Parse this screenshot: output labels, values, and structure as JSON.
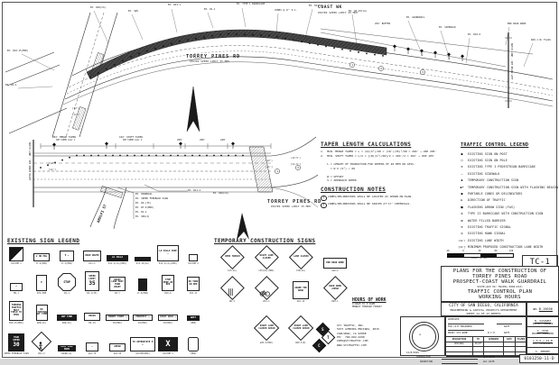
{
  "sheet": {
    "number": "TC-1",
    "drawing_no": "0101250-11-D",
    "scale_label": "SCALE: 1\"=40'",
    "scale_ticks": [
      "40",
      "0",
      "40",
      "80",
      "120"
    ]
  },
  "plan_top": {
    "road_label": "TORREY PINES RD",
    "road_sub": "POSTED SPEED LIMIT 35 MPH",
    "coast_label": "COAST WK",
    "coast_sub": "POSTED SPEED LIMIT 25 MPH",
    "matchline": "MATCH LINE - SEE BELOW LEFT"
  },
  "plan_bottom": {
    "road_label": "TORREY PINES RD",
    "road_sub": "POSTED SPEED LIMIT 35 MPH",
    "street_label": "AMALFI ST",
    "street_sub": "POSTED SPEED LIMIT 25 MPH",
    "matchline": "MATCH LINE - SEE ABOVE RIGHT",
    "dims": [
      "204' MERGE TAPER",
      "SEE TAPER CALC 1",
      "102' SHIFT TAPER",
      "SEE TAPER CALC 2",
      "250'",
      "200'",
      "240'"
    ]
  },
  "keynotes": [
    "1",
    "2",
    "3",
    "1",
    "2"
  ],
  "callouts_top": [
    "EX. R26(CA)",
    "EX. SNS",
    "EX. W11-1",
    "EX. R1-1",
    "EX. TYPE I BARRICADE",
    "CONES @ 17' O.C.",
    "EX. D11-1",
    "EX. R2-25(CA)",
    "250' BUFFER",
    "EX. GUARDRAIL",
    "EX. SIDEWALK",
    "EX. R10-6",
    "EX. R10-15(MOD)",
    "EX. R1-1",
    "END ROAD WORK",
    "W20-1 W/ FLAGS",
    "(12')",
    "[11']"
  ],
  "callouts_bottom": [
    "EX. HANDRAIL",
    "EX. SPEED FEEDBACK SIGN",
    "EX. R2-(35)",
    "EX. R7-6(MOD)",
    "EX. R1-1",
    "EX. SNS(2)",
    "EX. W11-2",
    "EX. R26(CA)",
    "(12')",
    "[11']",
    "(12')",
    "[11']",
    "(12.5')",
    "[11.5']"
  ],
  "taper": {
    "title": "TAPER LENGTH CALCULATIONS",
    "lines": [
      "1.  MIN. MERGE TAPER = L = (W)(S²)/60 = (10')(35)²/60 = 204' → USE 205'",
      "2.  MIN. SHIFT TAPER = L/2 = [(W)(S²)/60]/2 = 204'/2 = 102' → USE 105'",
      "",
      "    L = LENGTH OF TRANSITION FOR SPEEDS OF 40 MPH OR LESS",
      "      = W X (S²) / 60",
      "",
      "    W = OFFSET",
      "    S = APPROACH SPEED"
    ]
  },
  "construction_notes": {
    "title": "CONSTRUCTION NOTES",
    "notes": [
      "CONES/DELINEATORS SHALL BE LOCATED AS SHOWN ON PLAN.",
      "CONES/DELINEATORS SHALL BE SPACED AT 17' INTERVALS."
    ]
  },
  "traffic_legend": {
    "title": "TRAFFIC CONTROL LEGEND",
    "items": [
      {
        "sym": "post",
        "label": "EXISTING SIGN ON POST"
      },
      {
        "sym": "pole",
        "label": "EXISTING SIGN ON POLE"
      },
      {
        "sym": "barricade",
        "label": "EXISTING TYPE I PEDESTRIAN BARRICADE"
      },
      {
        "sym": "line",
        "label": "EXISTING SIDEWALK"
      },
      {
        "sym": "flag",
        "label": "TEMPORARY CONSTRUCTION SIGN"
      },
      {
        "sym": "flagbeacon",
        "label": "TEMPORARY CONSTRUCTION SIGN WITH FLASHING BEACON"
      },
      {
        "sym": "dot",
        "label": "PORTABLE CONES OR DELINEATORS"
      },
      {
        "sym": "arrow",
        "label": "DIRECTION OF TRAFFIC"
      },
      {
        "sym": "fas",
        "label": "FLASHING ARROW SIGN (FAS)"
      },
      {
        "sym": "type2",
        "label": "TYPE II BARRICADE WITH CONSTRUCTION SIGN"
      },
      {
        "sym": "barrier",
        "label": "WATER FILLED BARRIER"
      },
      {
        "sym": "signal",
        "label": "EXISTING TRAFFIC SIGNAL"
      },
      {
        "sym": "hawk",
        "label": "EXISTING HAWK SIGNAL"
      },
      {
        "sym": "lane",
        "label": "EXISTING LANE WIDTH"
      },
      {
        "sym": "lanebox",
        "label": "MINIMUM PROPOSED CONSTRUCTION LANE WIDTH"
      }
    ]
  },
  "existing_signs": {
    "title": "EXISTING SIGN LEGEND",
    "rows": [
      [
        {
          "s": "custom",
          "t": "",
          "code": "CUSTOM 1",
          "w": 16,
          "h": 16
        },
        {
          "s": "rect",
          "t": "2 HR PKG",
          "code": "R7-2(MOD)",
          "w": 18,
          "h": 9
        },
        {
          "s": "rect",
          "t": "P ↗",
          "code": "R7-1(MOD)",
          "w": 16,
          "h": 12
        },
        {
          "s": "rect",
          "t": "BIKE ROUTE",
          "code": "D11-1",
          "w": 20,
          "h": 12
        },
        {
          "s": "dark",
          "t": "LA JOLLA",
          "code": "D11-1(CA)(MOD)",
          "w": 24,
          "h": 7
        },
        {
          "s": "dark",
          "t": "",
          "code": "D11-10(CA)",
          "w": 18,
          "h": 5
        },
        {
          "s": "rect",
          "t": "LA JOLLA COVE ↓",
          "code": "D11-1(CA)(MOD)",
          "w": 24,
          "h": 18
        },
        {
          "s": "rect",
          "t": "",
          "code": "CUSTOM 2",
          "w": 10,
          "h": 8
        }
      ],
      [
        {
          "s": "rect",
          "t": "→",
          "code": "M6-1",
          "w": 14,
          "h": 9
        },
        {
          "s": "rect",
          "t": "P",
          "code": "R7S-30B",
          "w": 12,
          "h": 18
        },
        {
          "s": "octagon",
          "t": "STOP",
          "code": "R1-1",
          "w": 20,
          "h": 20
        },
        {
          "s": "rect",
          "t": "SPEED LIMIT",
          "bt": "35",
          "code": "R2-1(35)",
          "w": 16,
          "h": 22
        },
        {
          "s": "rect",
          "t": "RIGHT LANE MUST TURN RIGHT",
          "code": "R3-7",
          "w": 18,
          "h": 16
        },
        {
          "s": "dark",
          "t": "",
          "code": "R7-6(MOD)",
          "w": 10,
          "h": 14
        },
        {
          "s": "rect",
          "t": "STOP HERE ON RED",
          "code": "R10-6",
          "w": 14,
          "h": 18
        },
        {
          "s": "rect",
          "t": "NO TURN ON RED",
          "code": "R10-11",
          "w": 14,
          "h": 16
        }
      ],
      [
        {
          "s": "rect",
          "t": "TURNING TRAFFIC MUST YIELD TO PEDS",
          "code": "R10-15(MOD)",
          "w": 16,
          "h": 22
        },
        {
          "s": "rect",
          "t": "NO STOPPING ANY TIME",
          "code": "R26(CA)",
          "w": 13,
          "h": 18
        },
        {
          "s": "dark",
          "t": "ANY TIME",
          "code": "R44(CA)",
          "w": 22,
          "h": 7
        },
        {
          "s": "rect",
          "t": "BEGIN",
          "code": "M4-14",
          "w": 18,
          "h": 9
        },
        {
          "s": "rect",
          "t": "TORREY PINES →",
          "code": "D3(MOD)",
          "w": 26,
          "h": 7
        },
        {
          "s": "rect",
          "t": "PROSPECT →",
          "code": "D3(MOD)",
          "w": 22,
          "h": 7
        },
        {
          "s": "rect",
          "t": "COAST WALK →",
          "code": "D3(MOD)",
          "w": 22,
          "h": 7
        },
        {
          "s": "dark",
          "t": "WAIT",
          "code": "(MOD)",
          "w": 14,
          "h": 6
        }
      ],
      [
        {
          "s": "dark",
          "t": "YOUR SPEED",
          "bt": "30",
          "code": "SPEED FEEDBACK SIGN",
          "w": 18,
          "h": 20
        },
        {
          "s": "diamond",
          "glyph": "person",
          "code": "W11-2",
          "w": 22,
          "h": 22
        },
        {
          "s": "dark",
          "t": "BIKE LANE ENDS",
          "code": "R44B(CA)",
          "w": 20,
          "h": 7
        },
        {
          "s": "rect",
          "t": "↗",
          "code": "W16-7P",
          "w": 14,
          "h": 10
        },
        {
          "s": "rect",
          "t": "AHEAD",
          "code": "W16-9P",
          "w": 18,
          "h": 9
        },
        {
          "s": "rect",
          "t": "TO INTERSTATE 5 ←",
          "code": "CUSTOM(MOD)",
          "w": 28,
          "h": 16
        },
        {
          "s": "dark",
          "btx": "X",
          "t": "",
          "code": "CUSTOM 3",
          "w": 22,
          "h": 16
        },
        {
          "s": "rounded",
          "t": "",
          "code": "(MOD)",
          "w": 12,
          "h": 16
        }
      ]
    ]
  },
  "temp_signs": {
    "title": "TEMPORARY CONSTRUCTION SIGNS",
    "rows": [
      [
        {
          "s": "diamond",
          "t": "OPEN TRENCH",
          "code": "C27(CA)",
          "w": 26,
          "h": 26
        },
        {
          "s": "diamond",
          "t": "RIGHT LANE CLOSED",
          "code": "C30(CA)(MOD)",
          "w": 26,
          "h": 26
        },
        {
          "s": "diamond",
          "t": "LANE CLOSED",
          "code": "C30(CA)",
          "w": 26,
          "h": 26
        },
        {
          "s": "rect",
          "t": "END ROAD WORK",
          "code": "G20-2",
          "w": 26,
          "h": 12
        }
      ],
      [
        {
          "s": "diamond",
          "glyph": "lines",
          "code": "W6-3",
          "w": 26,
          "h": 26
        },
        {
          "s": "diamond",
          "glyph": "bike",
          "code": "W11-1",
          "w": 26,
          "h": 26
        },
        {
          "s": "rect",
          "t": "SHARE THE ROAD",
          "code": "W16-1P",
          "w": 18,
          "h": 20
        },
        {
          "s": "diamond",
          "t": "ROAD WORK AHEAD",
          "code": "W20-1",
          "w": 26,
          "h": 26
        }
      ],
      [
        null,
        {
          "s": "diamond",
          "t": "RIGHT LANE CLOSED AHEAD",
          "code": "W20-5(MOD)",
          "w": 28,
          "h": 28
        },
        {
          "s": "diamond",
          "t": "RIGHT LANE CLOSED AHEAD",
          "code": "W20-5(R)",
          "w": 28,
          "h": 28
        },
        null
      ]
    ]
  },
  "hours": {
    "title": "HOURS OF WORK",
    "line1": "9:00AM TO 3:30PM",
    "line2": "MONDAY THROUGH FRIDAY"
  },
  "company": {
    "name": "STC TRAFFIC, INC.",
    "addr1": "5973 AVENIDA ENCINAS, #215",
    "addr2": "CARLSBAD, CA 92008",
    "phone": "PH:  760-602-4290",
    "email": "INFO@STCTRAFFIC.COM",
    "web": "WWW.STCTRAFFIC.COM"
  },
  "titleblock": {
    "line1": "PLANS FOR THE CONSTRUCTION OF",
    "line2": "TORREY PINES ROAD",
    "line3": "PROSPECT-COAST WALK GUARDRAIL",
    "line4": "STATE-AID ID: HSIPSL-5004(213)",
    "line5": "TRAFFIC CONTROL PLAN",
    "line6": "WORKING HOURS",
    "agency1": "CITY OF SAN DIEGO, CALIFORNIA",
    "agency2": "ENGINEERING & CAPITAL PROJECTS DEPARTMENT",
    "agency3": "SHEET 11 OF 13 SHEETS",
    "wbs_label": "WBS",
    "wbs": "B-19056",
    "approval": {
      "approved_label": "APPROVED",
      "for_city": "FOR CITY ENGINEER",
      "date1": "DATE",
      "print_name": "PRINT SYS NAME",
      "rce": "R.C.E.",
      "date2": "DATE",
      "headers": [
        "DESCRIPTION",
        "BY",
        "APPROVED",
        "DATE",
        "FILMED"
      ],
      "orig_row": [
        "ORIGINAL",
        "RS/DF",
        "",
        "",
        ""
      ]
    },
    "right_rows": [
      {
        "l1": "N. VASQUEZ",
        "l2": "PROJECT MANAGER"
      },
      {
        "l1": "O. VIDA",
        "l2": "PROJECT ENGINEER"
      },
      {
        "l1": "L-5.5 / 14-B",
        "l2": "CITY COORDINATE"
      },
      {
        "l1": "S. IMHOFF",
        "l2": "CROSS COORDINATE"
      }
    ],
    "contractor": "CONTRACTOR",
    "inspector": "INSPECTOR",
    "wr_date": "W/R DATE",
    "acc_date": "ACC DATE",
    "seal_date": "12/8/2025"
  }
}
